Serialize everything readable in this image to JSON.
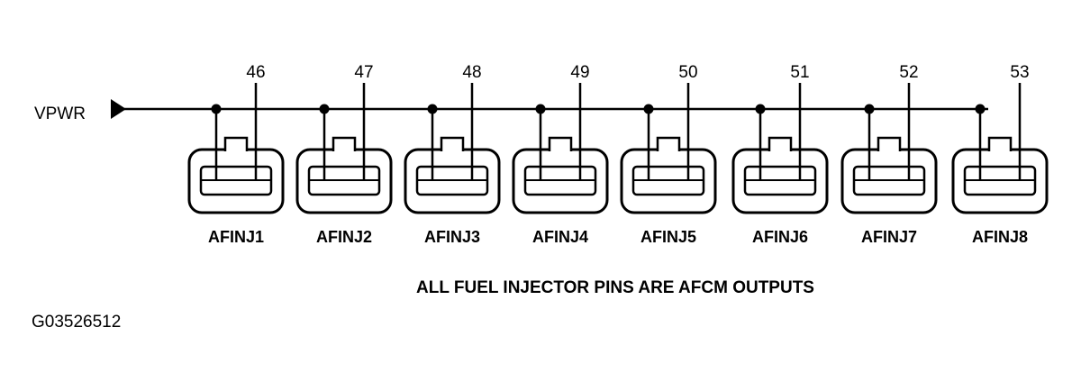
{
  "supply_label": "VPWR",
  "footer_note": "ALL FUEL INJECTOR PINS ARE AFCM OUTPUTS",
  "figure_id": "G03526512",
  "injectors": [
    {
      "name": "AFINJ1",
      "pin": "46"
    },
    {
      "name": "AFINJ2",
      "pin": "47"
    },
    {
      "name": "AFINJ3",
      "pin": "48"
    },
    {
      "name": "AFINJ4",
      "pin": "49"
    },
    {
      "name": "AFINJ5",
      "pin": "50"
    },
    {
      "name": "AFINJ6",
      "pin": "51"
    },
    {
      "name": "AFINJ7",
      "pin": "52"
    },
    {
      "name": "AFINJ8",
      "pin": "53"
    }
  ]
}
